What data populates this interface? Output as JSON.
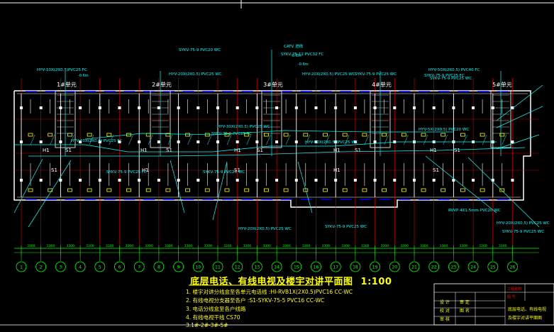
{
  "drawing": {
    "title": "底层电话、有线电视及楼宇对讲平面图",
    "scale": "1:100",
    "notes": [
      "1. 楼宇对讲分线盒至各单元电话线 :HI-RVB1X(2X0.5)PVC16 CC-WC",
      "2. 有线电视分支器至各户 :S1-SYKV-75-5 PVC16 CC-WC",
      "3. 电话分线盒至各户线路",
      "4. 有线电视干线 CS70",
      "3.1#-2#-3#-5#"
    ]
  },
  "units": [
    {
      "label": "1#单元"
    },
    {
      "label": "2#单元"
    },
    {
      "label": "3#单元"
    },
    {
      "label": "4#单元"
    },
    {
      "label": "5#单元"
    }
  ],
  "cable_labels": [
    {
      "text": "HYV-10X(2X0.5)PVC25 FC",
      "color": "#00ffff"
    },
    {
      "text": "HYV-20X(2X0.5) PVC25 WC",
      "color": "#00ffff"
    },
    {
      "text": "SYKV-75-9 PVC20 WC",
      "color": "#00ffff"
    },
    {
      "text": "HYV-20X(2X0.5) PVC25 WC",
      "color": "#00ffff"
    },
    {
      "text": "SYKV-75-9 PVC25 WC",
      "color": "#00ffff"
    },
    {
      "text": "CATV 进线",
      "color": "#00ffff"
    },
    {
      "text": "SYKV-75-12 PVC32 FC",
      "color": "#00ffff"
    },
    {
      "text": "HYV-50X(2X0.5) PVC40 FC",
      "color": "#00ffff"
    },
    {
      "text": "SYKV-75-9 PVC25 FC",
      "color": "#00ffff"
    },
    {
      "text": "HYV-30X(2X0.5) PVC25 WC",
      "color": "#00ffff"
    },
    {
      "text": "SYKV-75-9 PVC25 FC",
      "color": "#00ffff"
    },
    {
      "text": "SYKV-75-9 PVC20 WC",
      "color": "#00ffff"
    },
    {
      "text": "SYKV-75-9 PVC25 WC",
      "color": "#00ffff"
    },
    {
      "text": "HYV-5X(2X0.5) PVC20 WC",
      "color": "#00ffff"
    },
    {
      "text": "HYV-20X(2X0.5) PVC25 WC",
      "color": "#00ffff"
    },
    {
      "text": "RVVP 4X1.5mm PVC20 WC",
      "color": "#00ffff"
    },
    {
      "text": "HYV-20X(2X0.5) PVC25 WC",
      "color": "#00ffff"
    },
    {
      "text": "SYKV-75-9 PVC25 WC",
      "color": "#00ffff"
    },
    {
      "text": "HYV-10X(2X0.5) PVC25 FC",
      "color": "#00ffff"
    },
    {
      "text": "SYKV-75-9 PVC25 FC",
      "color": "#00ffff"
    }
  ],
  "level_marks": [
    "-0.6m",
    "-0.6m",
    "-0.6m"
  ],
  "axis_labels": [
    "1",
    "2",
    "3",
    "4",
    "5",
    "6",
    "7",
    "8",
    "9",
    "10",
    "11",
    "12",
    "13",
    "14",
    "15",
    "16",
    "17",
    "18",
    "19",
    "20",
    "21",
    "22",
    "23",
    "24",
    "25",
    "26"
  ],
  "title_block": {
    "rows": [
      "图 名",
      "设 计",
      "校 对",
      "审 核",
      "审 定",
      "工程名称",
      "图 号"
    ],
    "drawing_name": "底层电话、有线电视及楼宇对讲平面图",
    "project_label": "工程名称"
  },
  "colors": {
    "background": "#000000",
    "wall": "#ffffff",
    "grid": "#ff0000",
    "cable": "#00ffff",
    "equipment": "#ffff00",
    "text": "#ffff00",
    "dimension": "#00ff00",
    "window": "#0000ff"
  }
}
